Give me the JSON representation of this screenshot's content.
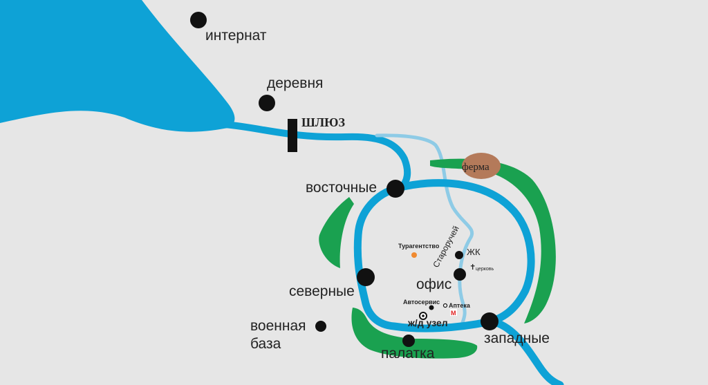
{
  "map": {
    "labels": {
      "internat": "интернат",
      "derevnya": "деревня",
      "shlyuz": "ШЛЮЗ",
      "vostochnye": "восточные",
      "ferma": "ферма",
      "starorucheі": "Староручей",
      "turagentstvo": "Турагентство",
      "zhk": "ЖК",
      "tserkov": "церковь",
      "ofis": "офис",
      "severnye": "северные",
      "avtoservis": "Автосервис",
      "apteka": "Аптека",
      "metro": "М",
      "zhd_uzel": "ж/д узел",
      "voennaya": "военная",
      "baza": "база",
      "palatka": "палатка",
      "zapadnye": "западные",
      "church_symbol": "✝"
    },
    "colors": {
      "background": "#e6e6e6",
      "water": "#0ea2d6",
      "old_stream": "#8ecbe6",
      "forest": "#1aa150",
      "farm": "#b47a5a",
      "marker": "#111111",
      "travel_agency_dot": "#f08a30",
      "metro_red": "#e02020"
    }
  }
}
